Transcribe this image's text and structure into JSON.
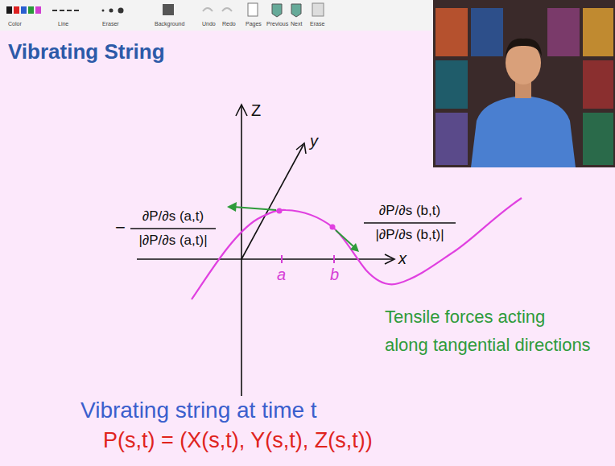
{
  "diagram": {
    "title": "Vibrating String",
    "labels": [
      "Color",
      "Line",
      "Eraser",
      "Background",
      "Undo",
      "Redo",
      "Pages",
      "Previous",
      "Next",
      "Erase",
      "Z",
      "y",
      "x",
      "a",
      "b",
      "−",
      "∂P/∂s (a,t)",
      "|∂P/∂s (a,t)|",
      "∂P/∂s (b,t)",
      "|∂P/∂s (b,t)|",
      "Tensile forces acting along tangential directions",
      "Vibrating string at time t",
      "P(s,t) = (X(s,t), Y(s,t), Z(s,t))"
    ]
  }
}
